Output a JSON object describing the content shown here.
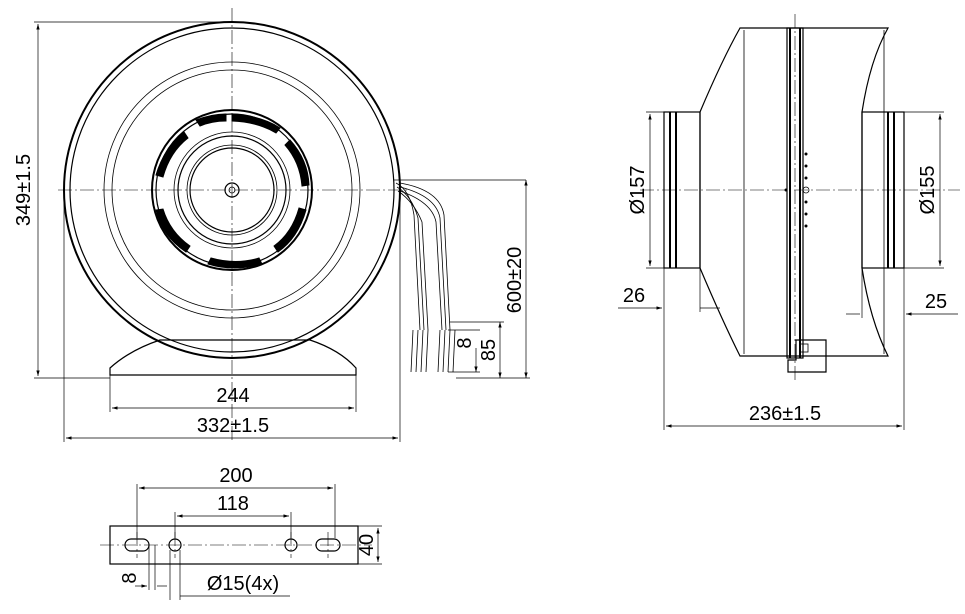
{
  "front_view": {
    "height": "349±1.5",
    "cable_length": "600±20",
    "cable_strip": "8",
    "cable_end": "85",
    "foot_width": "244",
    "width": "332±1.5"
  },
  "side_view": {
    "inlet_diameter": "Ø157",
    "outlet_diameter": "Ø155",
    "inlet_collar": "26",
    "outlet_collar": "25",
    "length": "236±1.5"
  },
  "bracket_view": {
    "outer_hole_spacing": "200",
    "inner_hole_spacing": "118",
    "height": "40",
    "edge_offset": "8",
    "hole_spec": "Ø15(4x)"
  }
}
